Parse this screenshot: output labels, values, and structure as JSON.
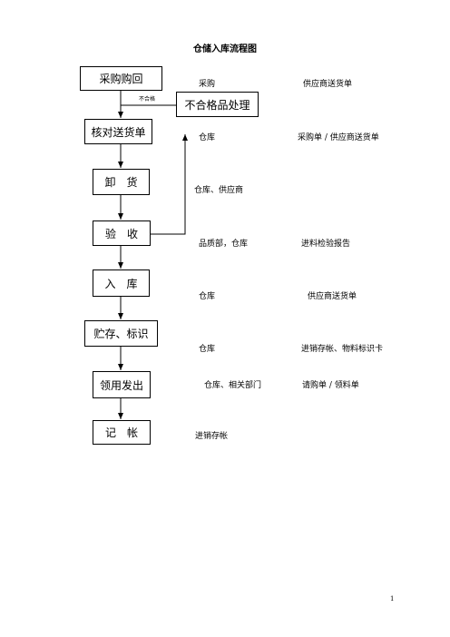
{
  "title": "仓储入库流程图",
  "steps": [
    {
      "label": "采购购回",
      "dept": "采购",
      "doc": "供应商送货单"
    },
    {
      "label": "核对送货单",
      "dept": "仓库",
      "doc": "采购单 / 供应商送货单"
    },
    {
      "label": "卸　货",
      "dept": "仓库、供应商",
      "doc": ""
    },
    {
      "label": "验　收",
      "dept": "品质部，仓库",
      "doc": "进料检验报告"
    },
    {
      "label": "入　库",
      "dept": "仓库",
      "doc": "供应商送货单"
    },
    {
      "label": "贮存、标识",
      "dept": "仓库",
      "doc": "进销存帐、物料标识卡"
    },
    {
      "label": "领用发出",
      "dept": "仓库、相关部门",
      "doc": "请购单 / 领料单"
    },
    {
      "label": "记　帐",
      "dept": "进销存帐",
      "doc": ""
    }
  ],
  "reject_box": "不合格品处理",
  "reject_label": "不合格",
  "page_number": "1"
}
